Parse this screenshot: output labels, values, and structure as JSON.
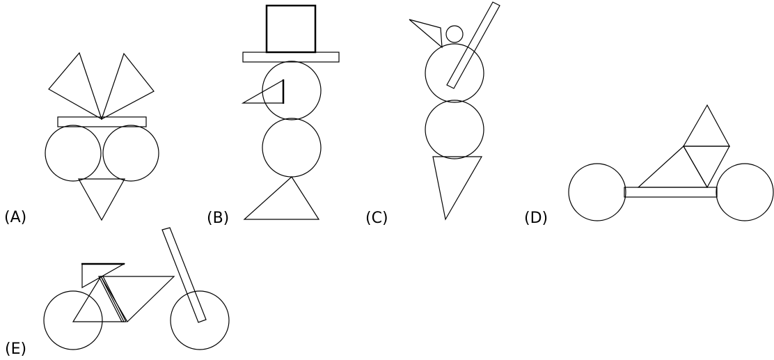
{
  "figures": [
    {
      "id": "A",
      "label": "(A)"
    },
    {
      "id": "B",
      "label": "(B)"
    },
    {
      "id": "C",
      "label": "(C)"
    },
    {
      "id": "D",
      "label": "(D)"
    },
    {
      "id": "E",
      "label": "(E)"
    }
  ]
}
